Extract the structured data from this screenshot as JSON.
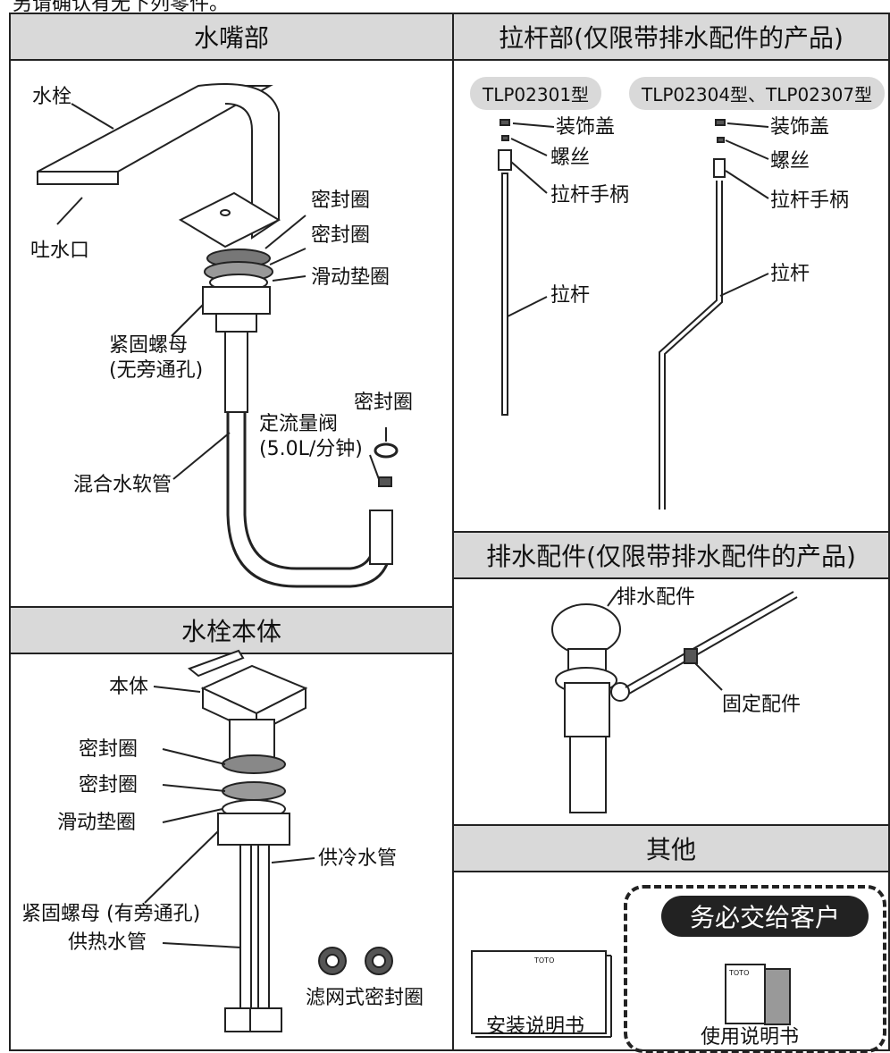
{
  "top_note": "另请确认有无下列零件。",
  "spout_section": {
    "title": "水嘴部",
    "labels": {
      "shuishuan": "水栓",
      "tushuikou": "吐水口",
      "seal1": "密封圈",
      "seal2": "密封圈",
      "slide_washer": "滑动垫圈",
      "lock_nut": "紧固螺母",
      "lock_nut_note": "(无旁通孔)",
      "mix_hose": "混合水软管",
      "flow_valve": "定流量阀",
      "flow_valve_note": "(5.0L/分钟)",
      "seal3": "密封圈"
    }
  },
  "lever_section": {
    "title": "拉杆部(仅限带排水配件的产品)",
    "model_a": "TLP02301型",
    "model_b": "TLP02304型、TLP02307型",
    "labels": {
      "cap": "装饰盖",
      "screw": "螺丝",
      "handle": "拉杆手柄",
      "rod": "拉杆"
    }
  },
  "body_section": {
    "title": "水栓本体",
    "labels": {
      "body": "本体",
      "seal1": "密封圈",
      "seal2": "密封圈",
      "slide_washer": "滑动垫圈",
      "lock_nut": "紧固螺母 (有旁通孔)",
      "cold_pipe": "供冷水管",
      "hot_pipe": "供热水管",
      "filter_seal": "滤网式密封圈"
    }
  },
  "drain_section": {
    "title": "排水配件(仅限带排水配件的产品)",
    "labels": {
      "drain": "排水配件",
      "clamp": "固定配件"
    }
  },
  "other_section": {
    "title": "其他",
    "install_manual": "安装说明书",
    "must_give": "务必交给客户",
    "user_manual": "使用说明书",
    "brand": "TOTO"
  }
}
